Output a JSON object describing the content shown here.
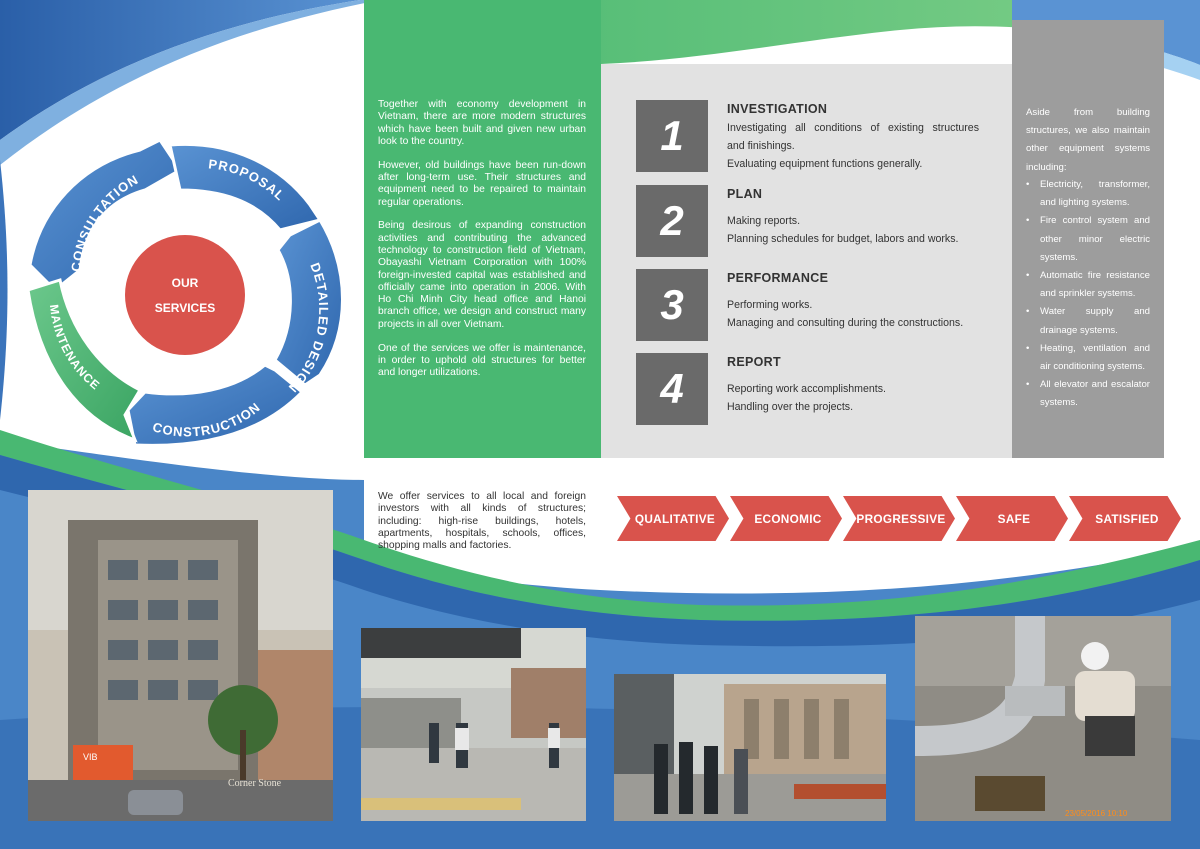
{
  "services_wheel": {
    "center_line1": "OUR",
    "center_line2": "SERVICES",
    "segments": [
      "CONSULTATION",
      "PROPOSAL",
      "DETAILED DESIGN",
      "CONSTRUCTION",
      "MAINTENANCE"
    ]
  },
  "intro": {
    "paragraphs": [
      "Together with economy development in Vietnam, there are more modern structures which have been built and given new urban look to the country.",
      "However, old buildings have been run-down after long-term use. Their structures and equipment need to be repaired to maintain regular operations.",
      "Being desirous of expanding construction activities and contributing the advanced technology to construction field of Vietnam, Obayashi Vietnam Corporation with 100% foreign-invested capital was established and officially came into operation in 2006. With Ho Chi Minh City head office and Hanoi branch office, we design and construct many projects in all over Vietnam.",
      "One of the services we offer is maintenance, in order to uphold old structures for better and longer utilizations."
    ]
  },
  "steps": [
    {
      "number": "1",
      "title": "INVESTIGATION",
      "lines": [
        "Investigating all conditions of existing structures",
        "and finishings.",
        "Evaluating equipment functions generally."
      ]
    },
    {
      "number": "2",
      "title": "PLAN",
      "lines": [
        "Making reports.",
        "Planning schedules for budget, labors and works."
      ]
    },
    {
      "number": "3",
      "title": "PERFORMANCE",
      "lines": [
        "Performing works.",
        "Managing and consulting during the constructions."
      ]
    },
    {
      "number": "4",
      "title": "REPORT",
      "lines": [
        "Reporting work accomplishments.",
        "Handling over the projects."
      ]
    }
  ],
  "equipment": {
    "intro": "Aside from building structures, we also maintain other equipment systems including:",
    "items": [
      "Electricity, transformer, and lighting systems.",
      "Fire control system and other minor electric systems.",
      "Automatic fire resistance and sprinkler systems.",
      "Water supply and drainage systems.",
      "Heating, ventilation and air conditioning systems.",
      "All elevator and escalator systems."
    ]
  },
  "offer": {
    "text": "We offer services to all local and foreign investors with all kinds of structures; including: high-rise buildings, hotels, apartments, hospitals, schools, offices, shopping malls and factories."
  },
  "values": [
    "QUALITATIVE",
    "ECONOMIC",
    "PROGRESSIVE",
    "SAFE",
    "SATISFIED"
  ],
  "photos": {
    "sign_text": "Corner Stone",
    "bank_logo": "VIB",
    "timestamp": "23/05/2016 10:10"
  },
  "colors": {
    "green": "#49b872",
    "blue": "#4a86c8",
    "dark_blue": "#2f67ae",
    "red": "#d9534c",
    "gray_panel": "#e2e2e2",
    "gray_side": "#9d9d9d",
    "number_box": "#6a6a6a"
  }
}
